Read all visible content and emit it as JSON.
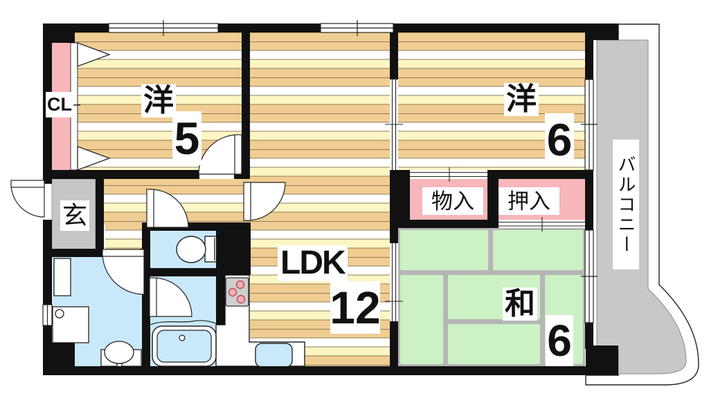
{
  "plan": {
    "type": "apartment-floor-plan",
    "rooms": {
      "western5": {
        "kanji": "洋",
        "size": "5"
      },
      "western6": {
        "kanji": "洋",
        "size": "6"
      },
      "ldk": {
        "label": "LDK",
        "size": "12"
      },
      "japanese6": {
        "kanji": "和",
        "size": "6"
      },
      "storage": {
        "label": "物入"
      },
      "oshiire": {
        "label": "押入"
      },
      "closet": {
        "label": "CL"
      },
      "entrance": {
        "label": "玄"
      },
      "balcony": {
        "label": "バルコニー"
      }
    },
    "colors": {
      "wall": "#111111",
      "wood_dark": "#f0cd92",
      "wood_pale": "#fdf5c3",
      "wood_line": "#8d7d5b",
      "tatami_green": "#ccf1c4",
      "tatami_gap_gray": "#b5b5b5",
      "closet_pink": "#f7b6ba",
      "wet_area_blue": "#c9e9fb",
      "balcony_gray": "#c8c8c8",
      "entrance_gray": "#c6c6c6",
      "burner_pink": "#f6aeb6"
    }
  }
}
